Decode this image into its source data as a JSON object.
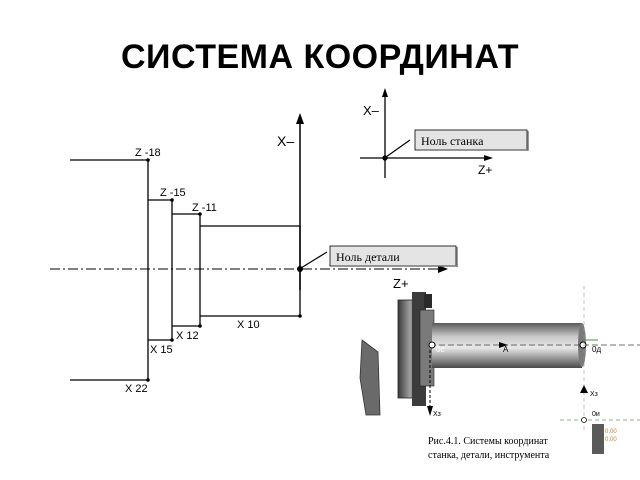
{
  "title": "СИСТЕМА КООРДИНАТ",
  "main_diagram": {
    "axis_x_label": "X–",
    "axis_z_label": "Z+",
    "part_zero_label": "Ноль детали",
    "dims": [
      "Z -18",
      "Z -15",
      "Z -11",
      "X 10",
      "X 12",
      "X 15",
      "X 22"
    ]
  },
  "machine_zero_inset": {
    "axis_x_label": "X–",
    "axis_z_label": "Z+",
    "label": "Ноль станка"
  },
  "photo_inset": {
    "marks": [
      "0c",
      "А",
      "0д",
      "Хз",
      "Хз",
      "0и",
      "0,00",
      "0,00"
    ],
    "caption_line1": "Рис.4.1. Системы координат",
    "caption_line2": "станка, детали, инструмента"
  },
  "colors": {
    "line": "#000000",
    "label_box_fill": "#e4e4e4",
    "shaft": "#9a9a9a",
    "highlight": "#5ca85c"
  }
}
